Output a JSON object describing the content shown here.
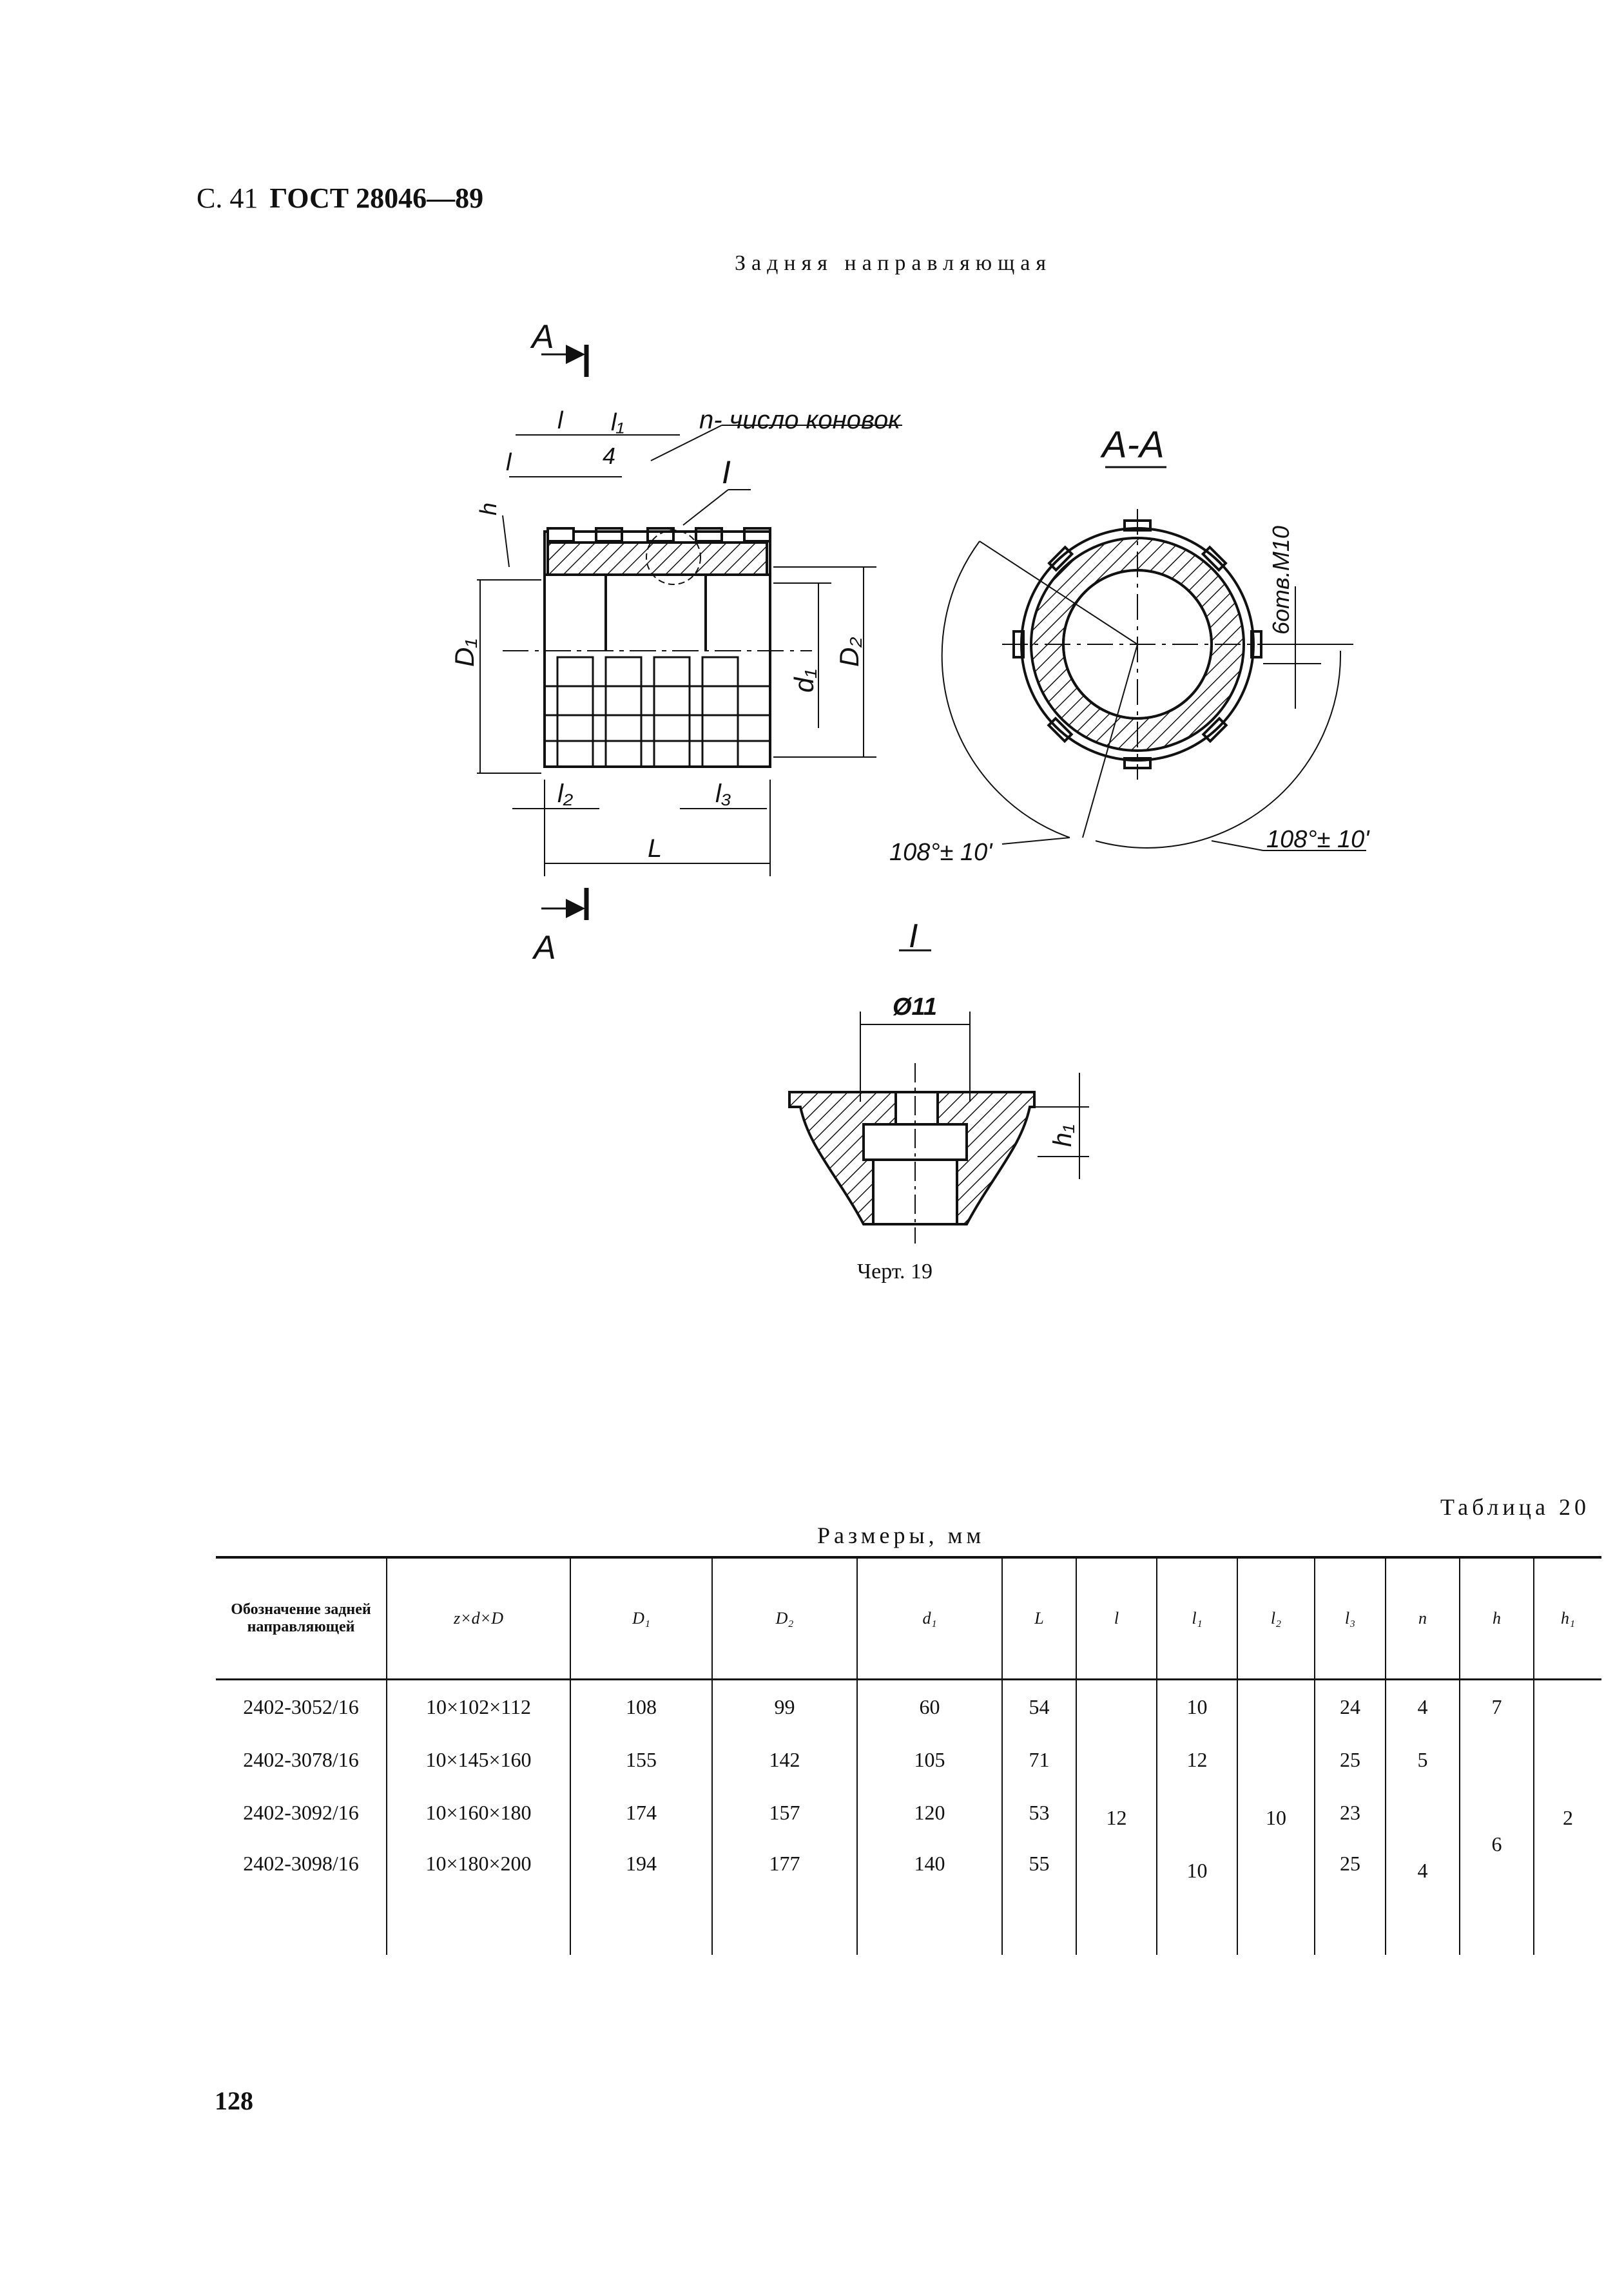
{
  "header": {
    "page_ref": "С. 41",
    "standard": "ГОСТ 28046—89"
  },
  "drawing": {
    "title": "Задняя направляющая",
    "labels": {
      "section_arrow": "А",
      "n_note": "n- число коновок",
      "detail_ref": "I",
      "section_aa": "А-А",
      "hole_note": "6отв.М10",
      "dim_l": "l",
      "dim_l1": "l₁",
      "dim_4": "4",
      "dim_h": "h",
      "dim_D1": "D₁",
      "dim_d1": "d₁",
      "dim_D2": "D₂",
      "dim_l2": "l₂",
      "dim_l3": "l₃",
      "dim_L": "L",
      "angle_left": "108°± 10'",
      "angle_right": "108°± 10'",
      "detail_title": "I",
      "detail_dia": "Ø11",
      "detail_h1": "h₁"
    },
    "caption": "Черт. 19"
  },
  "table": {
    "label": "Таблица 20",
    "units": "Размеры, мм",
    "headers": [
      "Обозначение задней направляющей",
      "z×d×D",
      "D₁",
      "D₂",
      "d₁",
      "L",
      "l",
      "l₁",
      "l₂",
      "l₃",
      "n",
      "h",
      "h₁"
    ],
    "rows": [
      {
        "designation": "2402-3052/16",
        "zdD": "10×102×112",
        "D1": "108",
        "D2": "99",
        "d1": "60",
        "L": "54",
        "l1": "10",
        "l3": "24",
        "n": "4",
        "h": "7"
      },
      {
        "designation": "2402-3078/16",
        "zdD": "10×145×160",
        "D1": "155",
        "D2": "142",
        "d1": "105",
        "L": "71",
        "l1": "12",
        "l3": "25",
        "n": "5"
      },
      {
        "designation": "2402-3092/16",
        "zdD": "10×160×180",
        "D1": "174",
        "D2": "157",
        "d1": "120",
        "L": "53",
        "l3": "23"
      },
      {
        "designation": "2402-3098/16",
        "zdD": "10×180×200",
        "D1": "194",
        "D2": "177",
        "d1": "140",
        "L": "55",
        "l3": "25"
      }
    ],
    "merged": {
      "l": "12",
      "l1_lower": "10",
      "l2": "10",
      "n_lower": "4",
      "h_lower": "6",
      "h1": "2"
    }
  },
  "footer": {
    "page_number": "128"
  }
}
